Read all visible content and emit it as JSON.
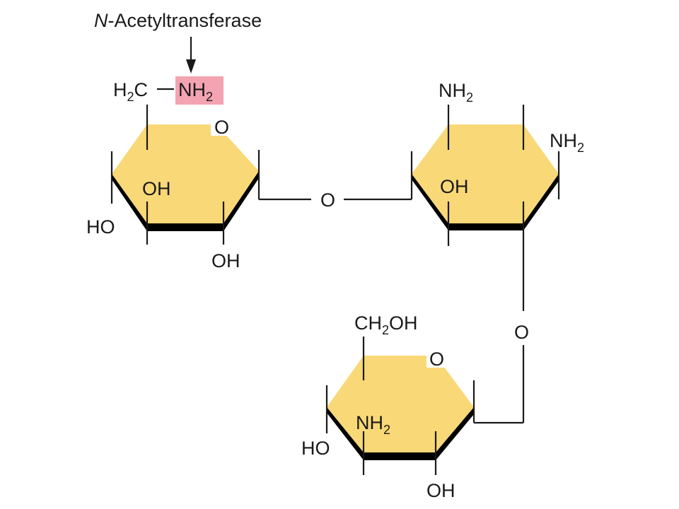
{
  "colors": {
    "ring_fill": "#f9d877",
    "highlight": "#f4a3b3",
    "ink": "#1a1a1a",
    "background": "#ffffff"
  },
  "enzyme": {
    "prefix": "N",
    "suffix": "-Acetyltransferase"
  },
  "ring_a": {
    "ch2_main": "H",
    "ch2_sub": "2",
    "ch2_tail": "C",
    "nh2_main": "NH",
    "nh2_sub": "2",
    "ring_o": "O",
    "oh_inner": "OH",
    "ho_left": "HO",
    "oh_bottom": "OH"
  },
  "linker_ab": {
    "o": "O"
  },
  "ring_b": {
    "nh2_top_main": "NH",
    "nh2_top_sub": "2",
    "nh2_right_main": "NH",
    "nh2_right_sub": "2",
    "oh_inner": "OH"
  },
  "linker_bc": {
    "o": "O"
  },
  "ring_c": {
    "ch2oh_a": "CH",
    "ch2oh_sub": "2",
    "ch2oh_b": "OH",
    "ring_o": "O",
    "nh2_main": "NH",
    "nh2_sub": "2",
    "ho_left": "HO",
    "oh_bottom": "OH"
  }
}
